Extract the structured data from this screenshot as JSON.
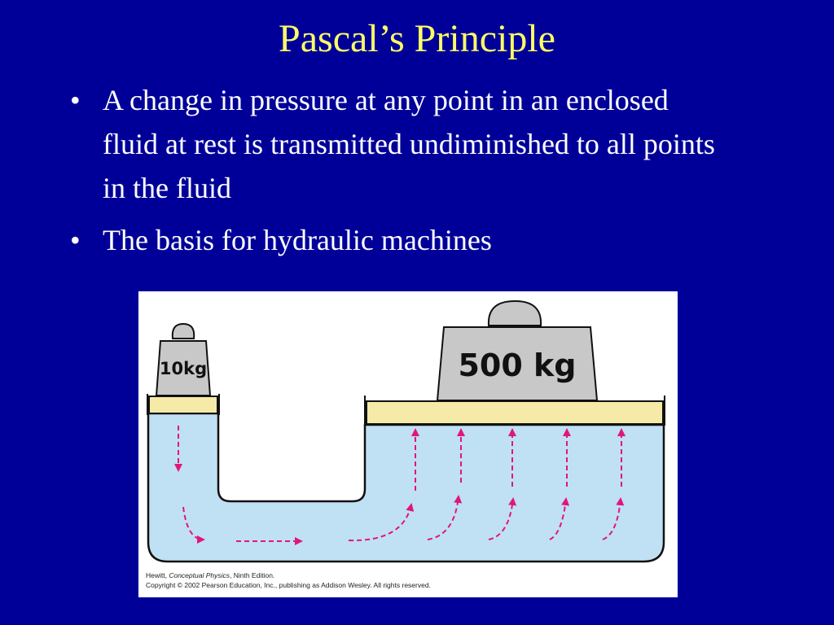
{
  "slide": {
    "title": "Pascal’s Principle",
    "bullets": [
      "A change in pressure at any point in an enclosed fluid at rest is transmitted undiminished to all points in the fluid",
      "The basis for hydraulic machines"
    ],
    "bullet_glyph": "•"
  },
  "figure": {
    "small_weight_label": "10kg",
    "large_weight_label": "500 kg",
    "credit_line1_prefix": "Hewitt, ",
    "credit_line1_book": "Conceptual Physics",
    "credit_line1_suffix": ", Ninth Edition.",
    "credit_line2": "Copyright © 2002 Pearson Education, Inc., publishing as Addison Wesley.  All rights reserved.",
    "colors": {
      "background": "#000099",
      "title": "#ffff66",
      "fluid": "#c0e0f4",
      "piston": "#f5eaa8",
      "weight": "#c8c8c8",
      "arrows": "#e0167e"
    },
    "icons": [
      "weight-10kg-icon",
      "weight-500kg-icon",
      "pressure-arrow-icon"
    ]
  }
}
